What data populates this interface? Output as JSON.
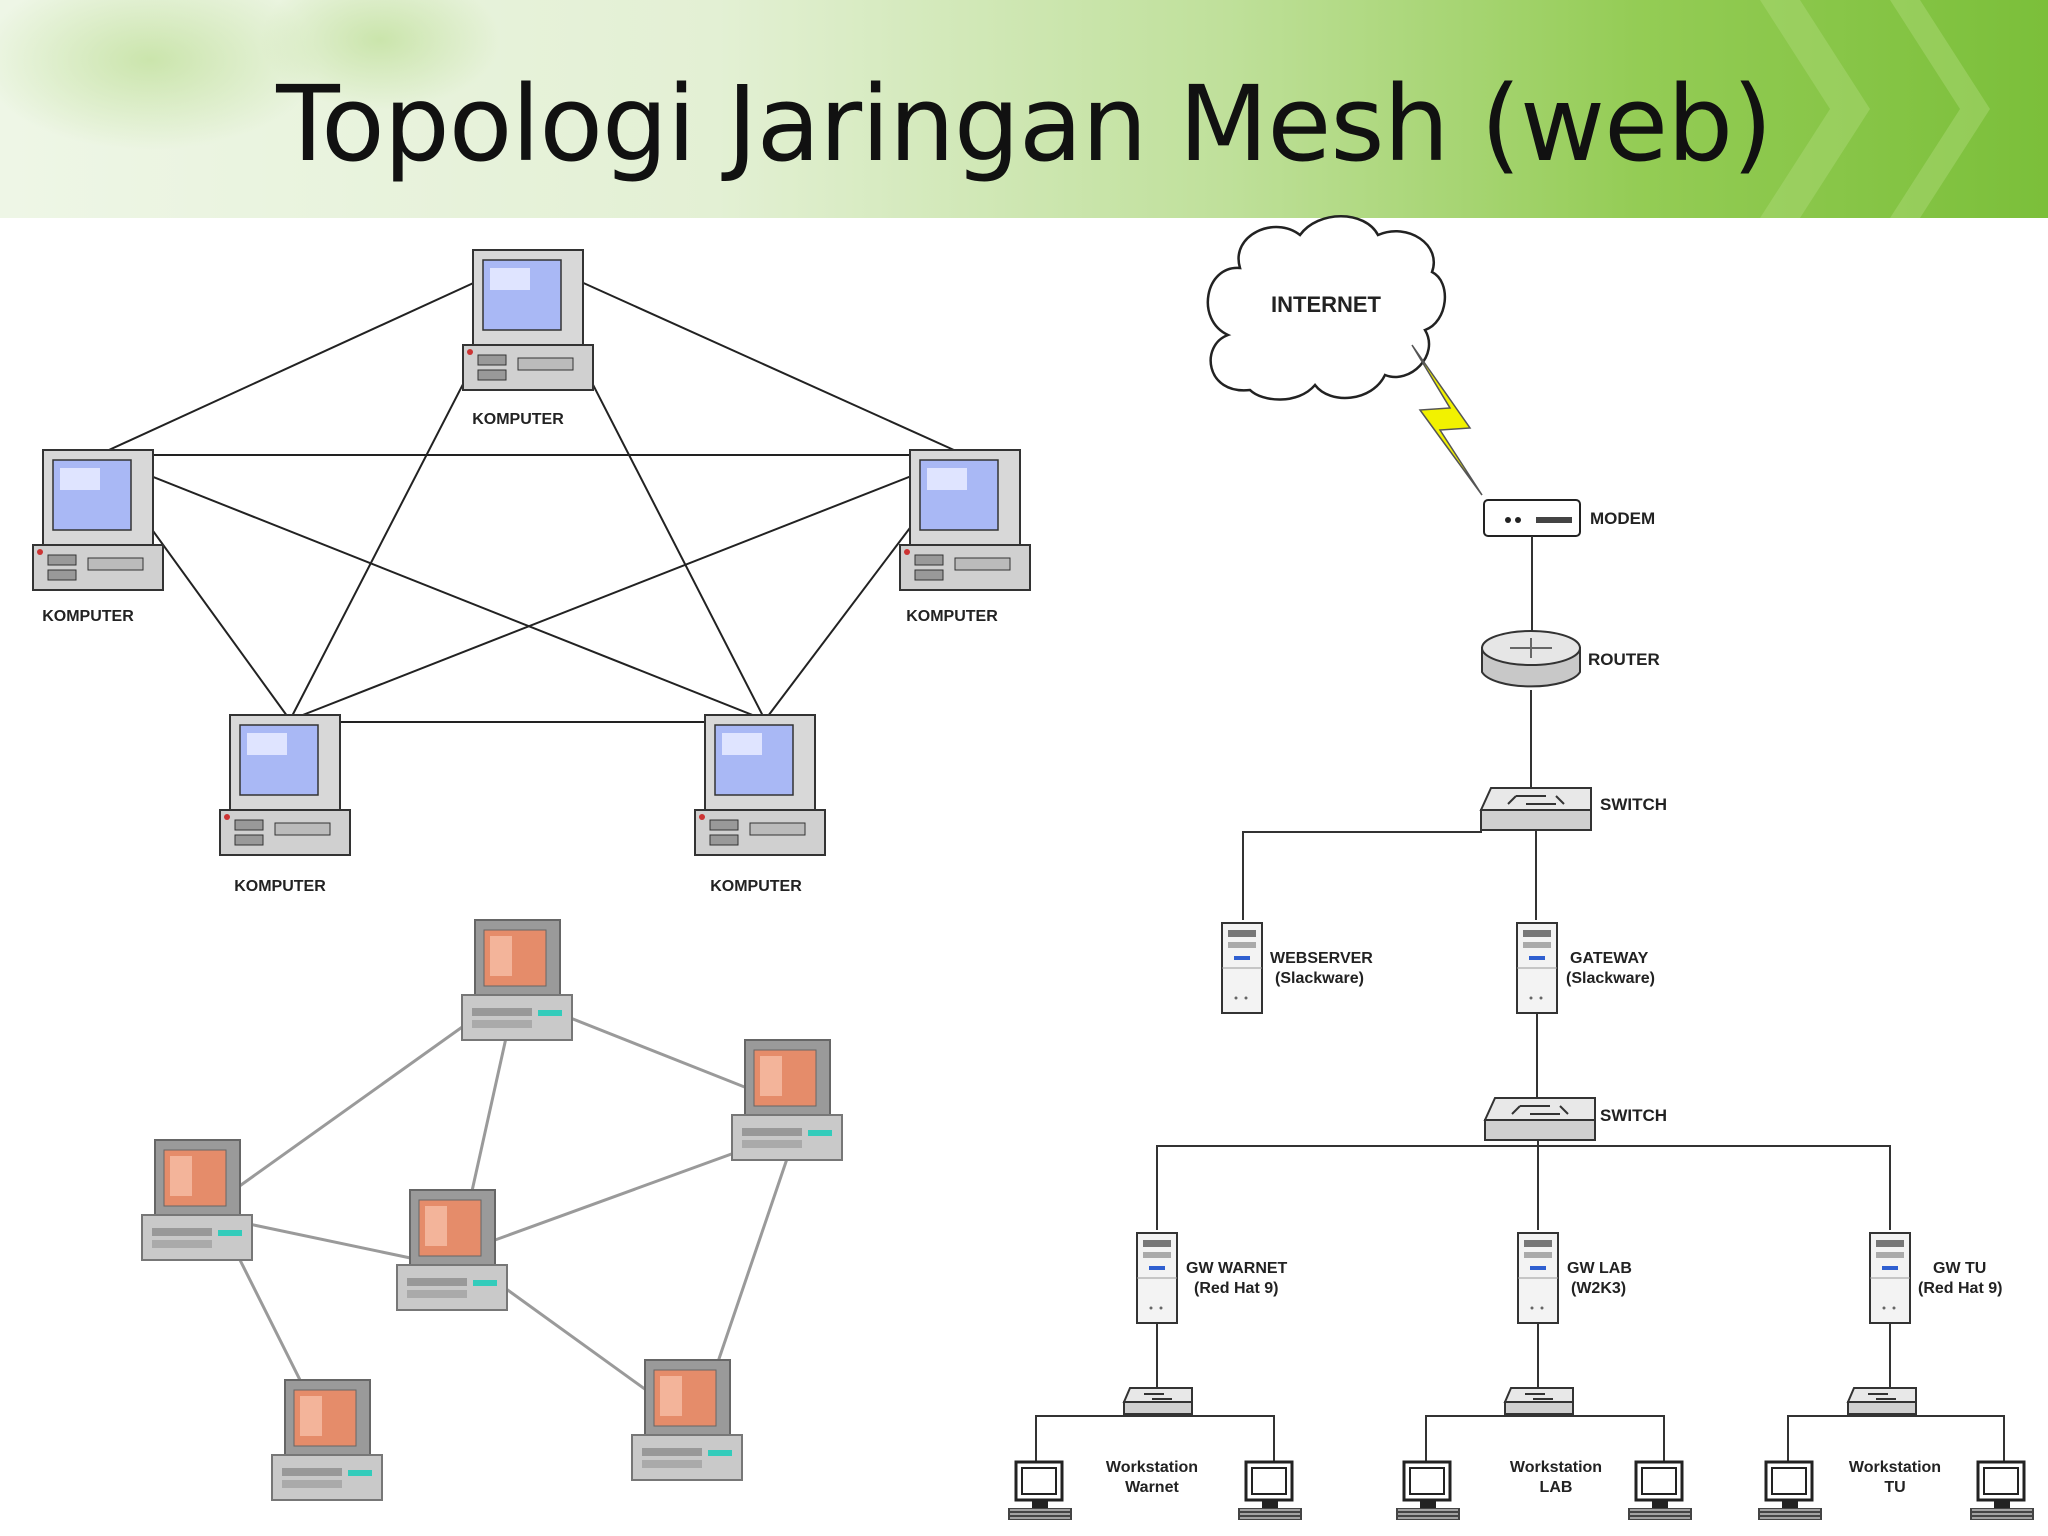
{
  "slide": {
    "title": "Topologi Jaringan Mesh (web)"
  },
  "colors": {
    "banner_light": "#e6f2da",
    "banner_green": "#8cc63f",
    "screen_blue": "#a9b8f5",
    "screen_orange": "#e58c6a",
    "bolt_yellow": "#f2f200"
  },
  "mesh_diagram_1": {
    "nodes": [
      {
        "id": "top",
        "label": "KOMPUTER"
      },
      {
        "id": "left",
        "label": "KOMPUTER"
      },
      {
        "id": "right",
        "label": "KOMPUTER"
      },
      {
        "id": "bottom-left",
        "label": "KOMPUTER"
      },
      {
        "id": "bottom-right",
        "label": "KOMPUTER"
      }
    ]
  },
  "mesh_diagram_2": {
    "nodes": [
      "top",
      "right",
      "left",
      "center",
      "bottom-left",
      "bottom-right"
    ],
    "links": [
      [
        "top",
        "right"
      ],
      [
        "top",
        "left"
      ],
      [
        "top",
        "center"
      ],
      [
        "left",
        "center"
      ],
      [
        "center",
        "right"
      ],
      [
        "left",
        "bottom-left"
      ],
      [
        "center",
        "bottom-right"
      ],
      [
        "right",
        "bottom-right"
      ]
    ]
  },
  "network_diagram": {
    "internet": "INTERNET",
    "modem": "MODEM",
    "router": "ROUTER",
    "switch_1": "SWITCH",
    "webserver": {
      "line1": "WEBSERVER",
      "line2": "(Slackware)"
    },
    "gateway": {
      "line1": "GATEWAY",
      "line2": "(Slackware)"
    },
    "switch_2": "SWITCH",
    "gw_warnet": {
      "line1": "GW WARNET",
      "line2": "(Red Hat 9)"
    },
    "gw_lab": {
      "line1": "GW LAB",
      "line2": "(W2K3)"
    },
    "gw_tu": {
      "line1": "GW TU",
      "line2": "(Red Hat 9)"
    },
    "ws_warnet": {
      "line1": "Workstation",
      "line2": "Warnet"
    },
    "ws_lab": {
      "line1": "Workstation",
      "line2": "LAB"
    },
    "ws_tu": {
      "line1": "Workstation",
      "line2": "TU"
    }
  }
}
